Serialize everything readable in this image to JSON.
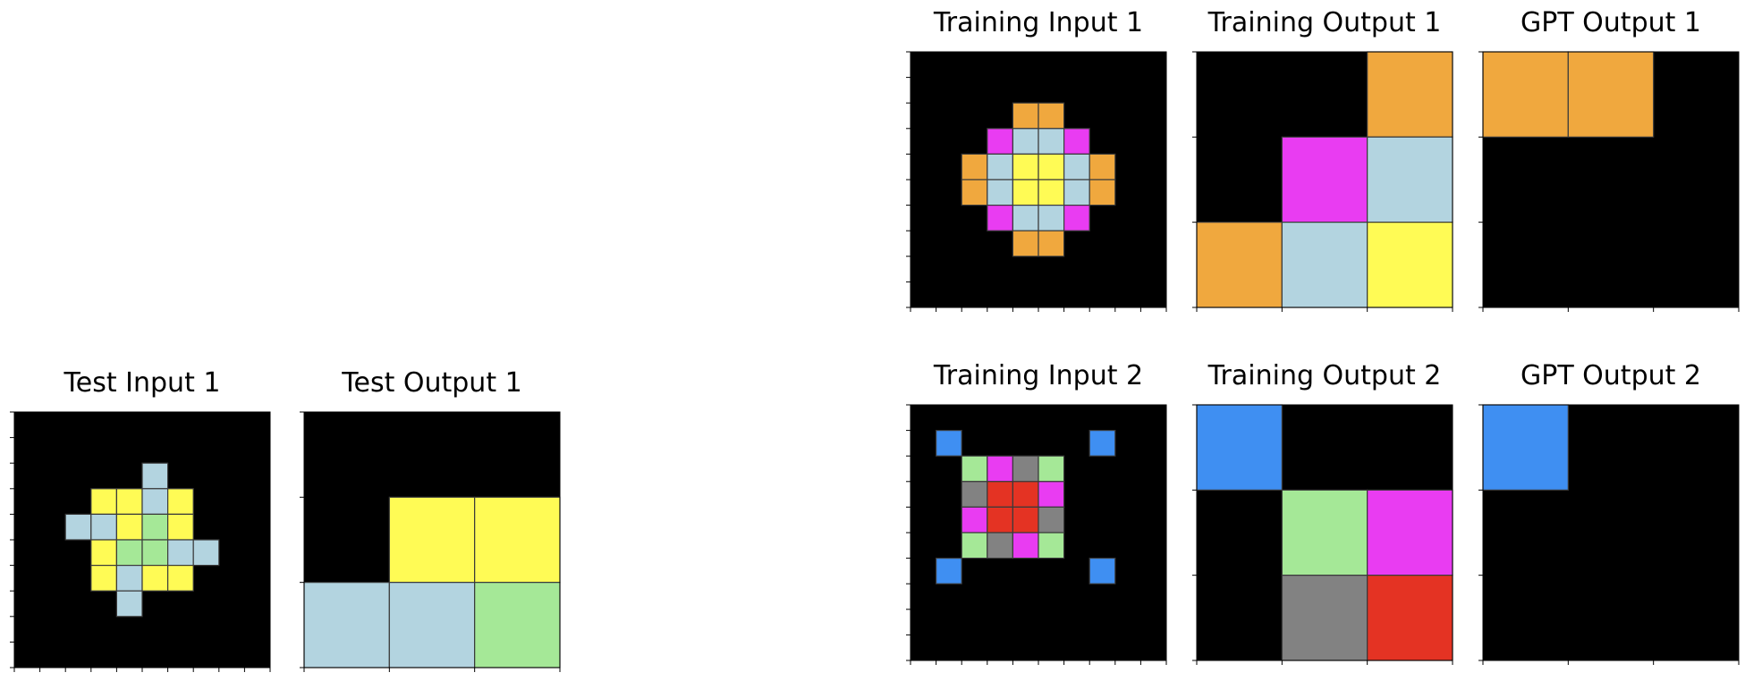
{
  "colors": {
    "0": "#000000",
    "1": "#3f8ff2",
    "2": "#e43323",
    "3": "#a5e897",
    "4": "#fffb55",
    "5": "#828282",
    "6": "#e93cf2",
    "7": "#f0a83e",
    "8": "#b3d4e0"
  },
  "panels": [
    {
      "id": "training-input-1",
      "title": "Training Input 1",
      "grid": [
        [
          0,
          0,
          0,
          0,
          0,
          0,
          0,
          0,
          0,
          0
        ],
        [
          0,
          0,
          0,
          0,
          0,
          0,
          0,
          0,
          0,
          0
        ],
        [
          0,
          0,
          0,
          0,
          7,
          7,
          0,
          0,
          0,
          0
        ],
        [
          0,
          0,
          0,
          6,
          8,
          8,
          6,
          0,
          0,
          0
        ],
        [
          0,
          0,
          7,
          8,
          4,
          4,
          8,
          7,
          0,
          0
        ],
        [
          0,
          0,
          7,
          8,
          4,
          4,
          8,
          7,
          0,
          0
        ],
        [
          0,
          0,
          0,
          6,
          8,
          8,
          6,
          0,
          0,
          0
        ],
        [
          0,
          0,
          0,
          0,
          7,
          7,
          0,
          0,
          0,
          0
        ],
        [
          0,
          0,
          0,
          0,
          0,
          0,
          0,
          0,
          0,
          0
        ],
        [
          0,
          0,
          0,
          0,
          0,
          0,
          0,
          0,
          0,
          0
        ]
      ]
    },
    {
      "id": "training-output-1",
      "title": "Training Output 1",
      "grid": [
        [
          0,
          0,
          7
        ],
        [
          0,
          6,
          8
        ],
        [
          7,
          8,
          4
        ]
      ]
    },
    {
      "id": "gpt-output-1",
      "title": "GPT Output 1",
      "grid": [
        [
          7,
          7,
          0
        ],
        [
          0,
          0,
          0
        ],
        [
          0,
          0,
          0
        ]
      ]
    },
    {
      "id": "training-input-2",
      "title": "Training Input 2",
      "grid": [
        [
          0,
          0,
          0,
          0,
          0,
          0,
          0,
          0,
          0,
          0
        ],
        [
          0,
          1,
          0,
          0,
          0,
          0,
          0,
          1,
          0,
          0
        ],
        [
          0,
          0,
          3,
          6,
          5,
          3,
          0,
          0,
          0,
          0
        ],
        [
          0,
          0,
          5,
          2,
          2,
          6,
          0,
          0,
          0,
          0
        ],
        [
          0,
          0,
          6,
          2,
          2,
          5,
          0,
          0,
          0,
          0
        ],
        [
          0,
          0,
          3,
          5,
          6,
          3,
          0,
          0,
          0,
          0
        ],
        [
          0,
          1,
          0,
          0,
          0,
          0,
          0,
          1,
          0,
          0
        ],
        [
          0,
          0,
          0,
          0,
          0,
          0,
          0,
          0,
          0,
          0
        ],
        [
          0,
          0,
          0,
          0,
          0,
          0,
          0,
          0,
          0,
          0
        ],
        [
          0,
          0,
          0,
          0,
          0,
          0,
          0,
          0,
          0,
          0
        ]
      ]
    },
    {
      "id": "training-output-2",
      "title": "Training Output 2",
      "grid": [
        [
          1,
          0,
          0
        ],
        [
          0,
          3,
          6
        ],
        [
          0,
          5,
          2
        ]
      ]
    },
    {
      "id": "gpt-output-2",
      "title": "GPT Output 2",
      "grid": [
        [
          1,
          0,
          0
        ],
        [
          0,
          0,
          0
        ],
        [
          0,
          0,
          0
        ]
      ]
    },
    {
      "id": "test-input-1",
      "title": "Test Input 1",
      "grid": [
        [
          0,
          0,
          0,
          0,
          0,
          0,
          0,
          0,
          0,
          0
        ],
        [
          0,
          0,
          0,
          0,
          0,
          0,
          0,
          0,
          0,
          0
        ],
        [
          0,
          0,
          0,
          0,
          0,
          8,
          0,
          0,
          0,
          0
        ],
        [
          0,
          0,
          0,
          4,
          4,
          8,
          4,
          0,
          0,
          0
        ],
        [
          0,
          0,
          8,
          8,
          4,
          3,
          4,
          0,
          0,
          0
        ],
        [
          0,
          0,
          0,
          4,
          3,
          3,
          8,
          8,
          0,
          0
        ],
        [
          0,
          0,
          0,
          4,
          8,
          4,
          4,
          0,
          0,
          0
        ],
        [
          0,
          0,
          0,
          0,
          8,
          0,
          0,
          0,
          0,
          0
        ],
        [
          0,
          0,
          0,
          0,
          0,
          0,
          0,
          0,
          0,
          0
        ],
        [
          0,
          0,
          0,
          0,
          0,
          0,
          0,
          0,
          0,
          0
        ]
      ]
    },
    {
      "id": "test-output-1",
      "title": "Test Output 1",
      "grid": [
        [
          0,
          0,
          0
        ],
        [
          0,
          4,
          4
        ],
        [
          8,
          8,
          3
        ]
      ]
    }
  ]
}
